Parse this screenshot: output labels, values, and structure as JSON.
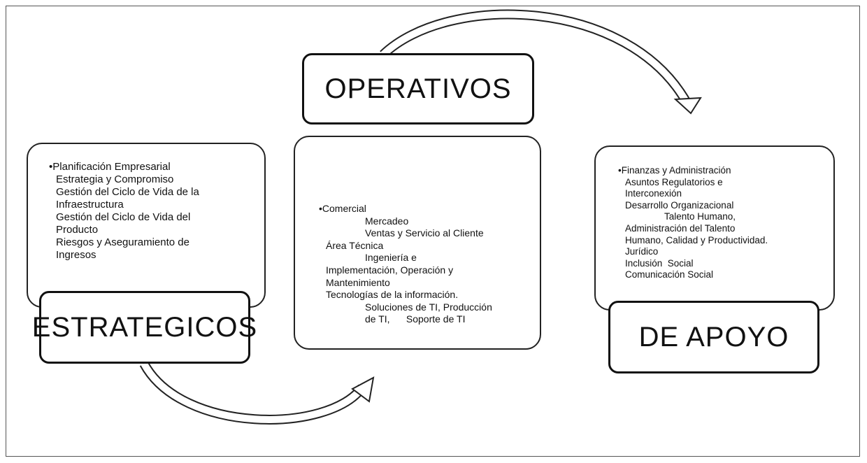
{
  "categories": {
    "estrategicos": {
      "label": "ESTRATEGICOS",
      "items": [
        "Planificación Empresarial",
        "Estrategia y Compromiso",
        "Gestión del Ciclo de Vida de la",
        "Infraestructura",
        "Gestión del Ciclo de Vida del",
        "Producto",
        "Riesgos y Aseguramiento de",
        "Ingresos"
      ]
    },
    "operativos": {
      "label": "OPERATIVOS",
      "items": [
        "Comercial",
        "Mercadeo",
        "Ventas y Servicio al Cliente",
        "Área Técnica",
        "Ingeniería e",
        "Implementación, Operación y",
        "Mantenimiento",
        "Tecnologías de la información.",
        "Soluciones de TI, Producción",
        "de TI,      Soporte de TI"
      ]
    },
    "de_apoyo": {
      "label": "DE APOYO",
      "items": [
        "Finanzas y Administración",
        "Asuntos Regulatorios e",
        "Interconexión",
        "Desarrollo Organizacional",
        "Talento Humano,",
        "Administración del Talento",
        "Humano, Calidad y Productividad.",
        "Jurídico",
        "Inclusión  Social",
        "Comunicación Social"
      ]
    }
  }
}
